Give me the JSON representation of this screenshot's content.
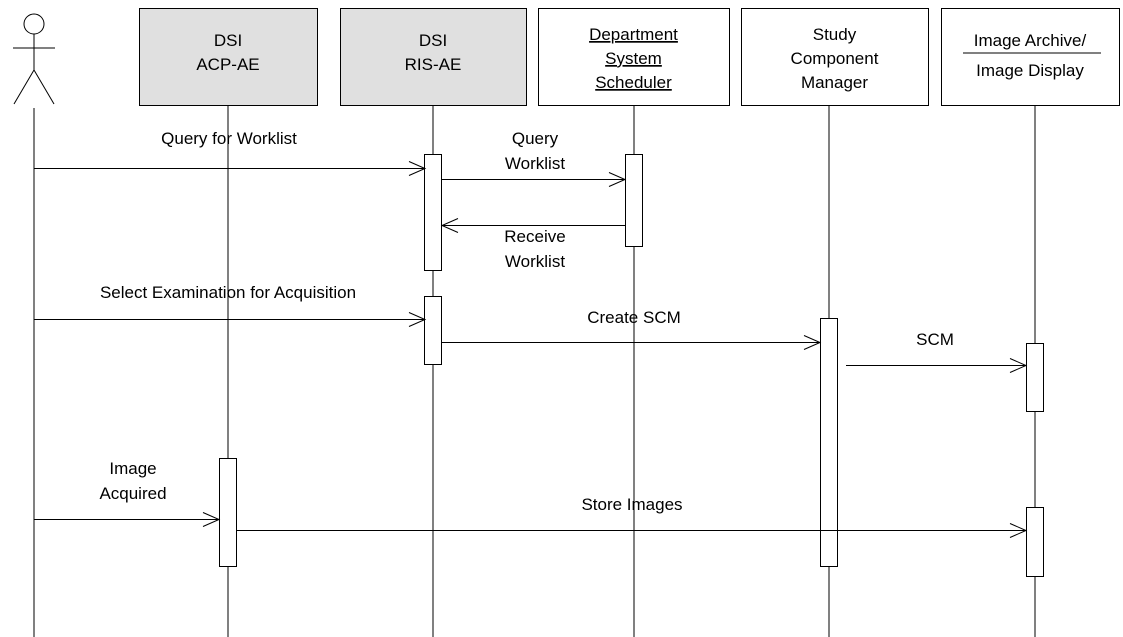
{
  "participants": [
    {
      "id": "actor",
      "kind": "actor",
      "lines": []
    },
    {
      "id": "dsi-acp-ae",
      "kind": "box",
      "shaded": true,
      "underlined": false,
      "lines": [
        "DSI",
        "ACP-AE"
      ]
    },
    {
      "id": "dsi-ris-ae",
      "kind": "box",
      "shaded": true,
      "underlined": false,
      "lines": [
        "DSI",
        "RIS-AE"
      ]
    },
    {
      "id": "department-system-scheduler",
      "kind": "box",
      "shaded": false,
      "underlined": true,
      "lines": [
        "Department",
        "System",
        "Scheduler"
      ]
    },
    {
      "id": "study-component-manager",
      "kind": "box",
      "shaded": false,
      "underlined": false,
      "lines": [
        "Study",
        "Component",
        "Manager"
      ]
    },
    {
      "id": "image-archive-display",
      "kind": "box",
      "shaded": false,
      "underlined": true,
      "lines": [
        "Image Archive/",
        "Image Display"
      ]
    }
  ],
  "messages": [
    {
      "id": "query-for-worklist",
      "from": "actor",
      "to": "dsi-ris-ae",
      "lines": [
        "Query for Worklist"
      ]
    },
    {
      "id": "query-worklist",
      "from": "dsi-ris-ae",
      "to": "department-system-scheduler",
      "lines": [
        "Query",
        "Worklist"
      ]
    },
    {
      "id": "receive-worklist",
      "from": "department-system-scheduler",
      "to": "dsi-ris-ae",
      "lines": [
        "Receive",
        "Worklist"
      ]
    },
    {
      "id": "select-examination",
      "from": "actor",
      "to": "dsi-ris-ae",
      "lines": [
        "Select Examination for Acquisition"
      ]
    },
    {
      "id": "create-scm",
      "from": "dsi-ris-ae",
      "to": "study-component-manager",
      "lines": [
        "Create SCM"
      ]
    },
    {
      "id": "scm",
      "from": "study-component-manager",
      "to": "image-archive-display",
      "lines": [
        "SCM"
      ]
    },
    {
      "id": "image-acquired",
      "from": "actor",
      "to": "dsi-acp-ae",
      "lines": [
        "Image",
        "Acquired"
      ]
    },
    {
      "id": "store-images",
      "from": "dsi-acp-ae",
      "to": "image-archive-display",
      "lines": [
        "Store Images"
      ]
    }
  ],
  "colors": {
    "line": "#000000",
    "shaded_fill": "#e0e0e0",
    "box_fill": "#ffffff"
  }
}
